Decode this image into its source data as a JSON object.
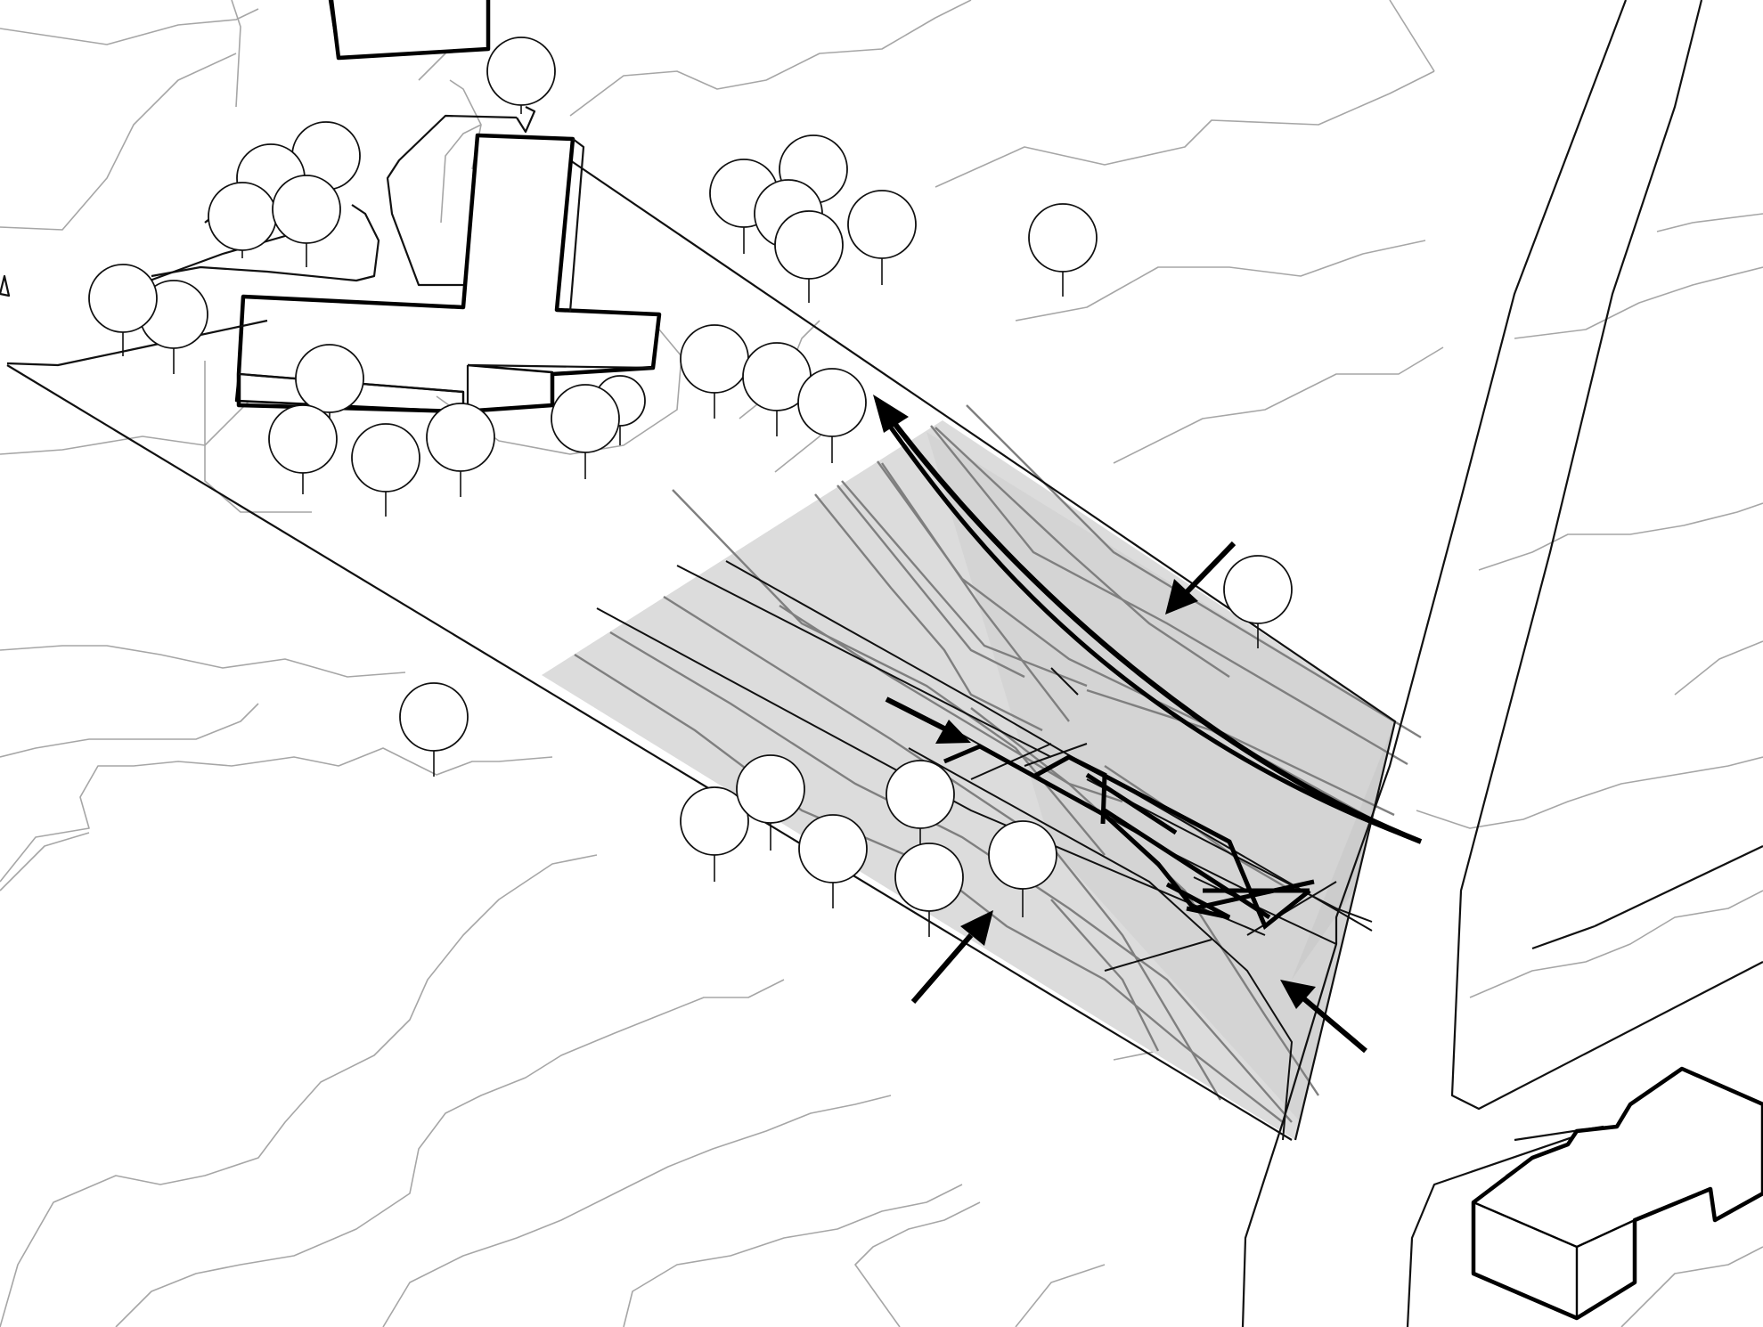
{
  "diagram": {
    "colors": {
      "background": "#ffffff",
      "site_fill_light": "#dcdcdc",
      "site_fill_dark": "#cbcbcb",
      "contour_lines": "#a6a6a6",
      "site_contours": "#7f7f7f",
      "outlines": "#000000"
    },
    "elements": {
      "terrain_contours": "landscape-contour-lines",
      "site": "shaded-building-site",
      "buildings": [
        "t-shaped-building",
        "top-building",
        "bottom-right-building"
      ],
      "road": "road",
      "trees": "tree-symbols",
      "arrows": [
        "access-arrow-northwest",
        "access-arrow-east",
        "access-arrow-west",
        "access-arrow-south",
        "access-arrow-southeast"
      ]
    }
  }
}
